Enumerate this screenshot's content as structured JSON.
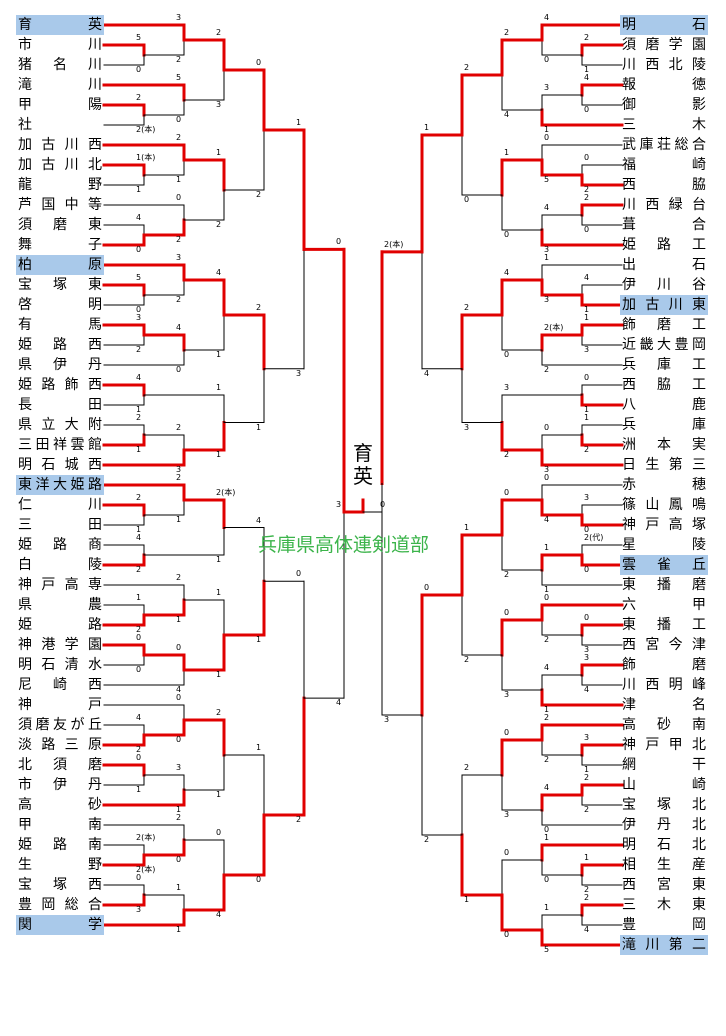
{
  "champion": "育英",
  "organizer": "兵庫県高体連剣道部",
  "colors": {
    "win": "#e00000",
    "line": "#000000",
    "highlight": "#a9c9ea",
    "organizer": "#3cb44b"
  },
  "left_teams": [
    "育英",
    "市川",
    "猪名川",
    "滝川",
    "甲陽",
    "社",
    "加古川西",
    "加古川北",
    "龍野",
    "芦国中等",
    "須磨東",
    "舞子",
    "柏原",
    "宝塚東",
    "啓明",
    "有馬",
    "姫路西",
    "県伊丹",
    "姫路飾西",
    "長田",
    "県立大附",
    "三田祥雲館",
    "明石城西",
    "東洋大姫路",
    "仁川",
    "三田",
    "姫路商",
    "白陵",
    "神戸高専",
    "県農",
    "姫路",
    "神港学園",
    "明石清水",
    "尼崎西",
    "神戸",
    "須磨友が丘",
    "淡路三原",
    "北須磨",
    "市伊丹",
    "高砂",
    "甲南",
    "姫路南",
    "生野",
    "宝塚西",
    "豊岡総合",
    "関学"
  ],
  "right_teams": [
    "明石",
    "須磨学園",
    "川西北陵",
    "報徳",
    "御影",
    "三木",
    "武庫荘総合",
    "福崎",
    "西脇",
    "川西緑台",
    "葺合",
    "姫路工",
    "出石",
    "伊川谷",
    "加古川東",
    "飾磨工",
    "近畿大豊岡",
    "兵庫工",
    "西脇工",
    "八鹿",
    "兵庫",
    "洲本実",
    "日生第三",
    "赤穂",
    "篠山鳳鳴",
    "神戸高塚",
    "星陵",
    "雲雀丘",
    "東播磨",
    "六甲",
    "東播工",
    "西宮今津",
    "飾磨",
    "川西明峰",
    "津名",
    "高砂南",
    "神戸甲北",
    "網干",
    "山崎",
    "宝塚北",
    "伊丹北",
    "明石北",
    "相生産",
    "西宮東",
    "三木東",
    "豊岡",
    "滝川第二"
  ],
  "left_highlight": [
    0,
    12,
    23,
    45
  ],
  "right_highlight": [
    0,
    14,
    27,
    46
  ],
  "left_scores": [
    [
      "5",
      "0"
    ],
    [
      "3",
      "2"
    ],
    [
      "2",
      "2(本)"
    ],
    [
      "5",
      "0"
    ],
    [
      "2",
      "3"
    ],
    [
      "1(本)",
      "1"
    ],
    [
      "2",
      "1"
    ],
    [
      "4",
      "0"
    ],
    [
      "0",
      "2"
    ],
    [
      "1",
      "2"
    ],
    [
      "0",
      "2"
    ],
    [
      "5",
      "0"
    ],
    [
      "3",
      "2"
    ],
    [
      "3",
      "2"
    ],
    [
      "4",
      "0"
    ],
    [
      "4",
      "1"
    ],
    [
      "4",
      "1"
    ],
    [
      "2",
      "1"
    ],
    [
      "2",
      "3"
    ],
    [
      "1",
      "1"
    ],
    [
      "2",
      "1"
    ],
    [
      "1",
      "3"
    ],
    [
      "2",
      "1"
    ],
    [
      "2",
      "1"
    ],
    [
      "4",
      "2"
    ],
    [
      "2(本)",
      "1"
    ],
    [
      "1",
      "2"
    ],
    [
      "2",
      "1"
    ],
    [
      "0",
      "0"
    ],
    [
      "0",
      "4"
    ],
    [
      "1",
      "1"
    ],
    [
      "4",
      "1"
    ],
    [
      "4",
      "2"
    ],
    [
      "0",
      "0"
    ],
    [
      "0",
      "1"
    ],
    [
      "3",
      "1"
    ],
    [
      "2",
      "1"
    ],
    [
      "2(本)",
      "2(本)"
    ],
    [
      "2",
      "0"
    ],
    [
      "0",
      "3"
    ],
    [
      "1",
      "1"
    ],
    [
      "0",
      "4"
    ],
    [
      "1",
      "0"
    ],
    [
      "0",
      "2"
    ],
    [
      "0",
      "4"
    ],
    [
      "2",
      "3"
    ],
    [
      "1",
      "2"
    ],
    [
      "2",
      "1"
    ],
    [
      "3",
      "1"
    ],
    [
      "5",
      "3"
    ]
  ],
  "right_scores": [
    [
      "2",
      "1"
    ],
    [
      "4",
      "0"
    ],
    [
      "4",
      "0"
    ],
    [
      "3",
      "1"
    ],
    [
      "2",
      "4"
    ],
    [
      "0",
      "2"
    ],
    [
      "0",
      "5"
    ],
    [
      "2",
      "0"
    ],
    [
      "4",
      "3"
    ],
    [
      "1",
      "0"
    ],
    [
      "2",
      "0"
    ],
    [
      "4",
      "1"
    ],
    [
      "1",
      "3"
    ],
    [
      "1",
      "3"
    ],
    [
      "2(本)",
      "2"
    ],
    [
      "4",
      "0"
    ],
    [
      "0",
      "1"
    ],
    [
      "1",
      "2"
    ],
    [
      "0",
      "3"
    ],
    [
      "3",
      "2"
    ],
    [
      "2",
      "3"
    ],
    [
      "1",
      "4"
    ],
    [
      "3",
      "0"
    ],
    [
      "0",
      "4"
    ],
    [
      "2(代)",
      "0"
    ],
    [
      "1",
      "1"
    ],
    [
      "0",
      "2"
    ],
    [
      "0",
      "3"
    ],
    [
      "0",
      "2"
    ],
    [
      "3",
      "4"
    ],
    [
      "4",
      "1"
    ],
    [
      "0",
      "3"
    ],
    [
      "1",
      "2"
    ],
    [
      "3",
      "1"
    ],
    [
      "2",
      "2"
    ],
    [
      "2",
      "2"
    ],
    [
      "4",
      "0"
    ],
    [
      "0",
      "3"
    ],
    [
      "1",
      "2"
    ],
    [
      "1",
      "0"
    ],
    [
      "2",
      "4"
    ],
    [
      "1",
      "5"
    ],
    [
      "0",
      "0"
    ],
    [
      "2",
      "1"
    ],
    [
      "0",
      "2"
    ],
    [
      "2(本)",
      "3"
    ],
    [
      "4",
      "5"
    ],
    [
      "2",
      "3"
    ]
  ],
  "final_scores": [
    "3",
    "0",
    "2",
    "1",
    "1",
    "3"
  ]
}
